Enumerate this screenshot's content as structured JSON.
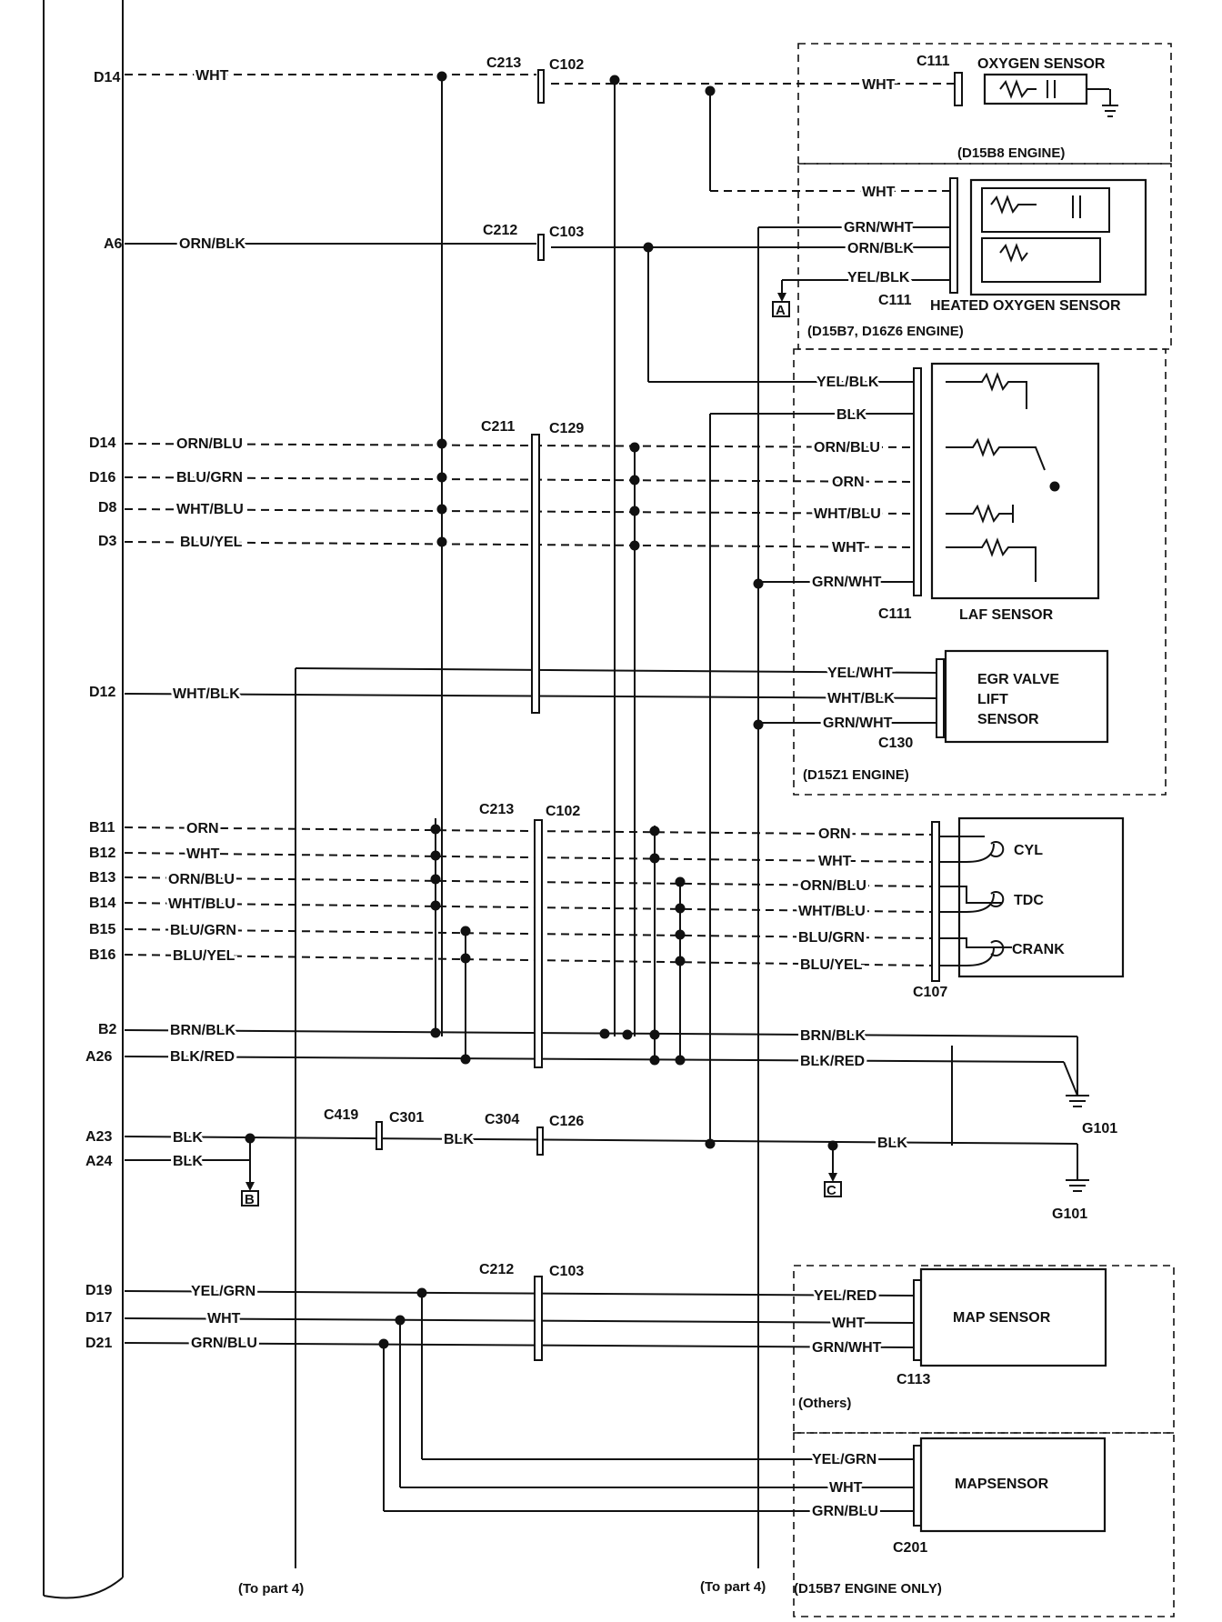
{
  "ecu_pins": {
    "d14_top": "D14",
    "a6": "A6",
    "d14": "D14",
    "d16": "D16",
    "d8": "D8",
    "d3": "D3",
    "d12": "D12",
    "b11": "B11",
    "b12": "B12",
    "b13": "B13",
    "b14": "B14",
    "b15": "B15",
    "b16": "B16",
    "b2": "B2",
    "a26": "A26",
    "a23": "A23",
    "a24": "A24",
    "d19": "D19",
    "d17": "D17",
    "d21": "D21"
  },
  "connectors": {
    "c213_a": "C213",
    "c102_a": "C102",
    "c111_a": "C111",
    "c212_a": "C212",
    "c103_a": "C103",
    "c111_b": "C111",
    "c211": "C211",
    "c129": "C129",
    "c111_c": "C111",
    "c130": "C130",
    "c213_b": "C213",
    "c102_b": "C102",
    "c107": "C107",
    "c419": "C419",
    "c301": "C301",
    "c304": "C304",
    "c126": "C126",
    "c212_b": "C212",
    "c103_b": "C103",
    "c113": "C113",
    "c201": "C201"
  },
  "wires": {
    "left_wht_top": "WHT",
    "left_orn_blk": "ORN/BLK",
    "left_orn_blu": "ORN/BLU",
    "left_blu_grn": "BLU/GRN",
    "left_wht_blu": "WHT/BLU",
    "left_blu_yel": "BLU/YEL",
    "left_wht_blk": "WHT/BLK",
    "left_orn": "ORN",
    "left_wht": "WHT",
    "left_orn_blu2": "ORN/BLU",
    "left_wht_blu2": "WHT/BLU",
    "left_blu_grn2": "BLU/GRN",
    "left_blu_yel2": "BLU/YEL",
    "left_brn_blk": "BRN/BLK",
    "left_blk_red": "BLK/RED",
    "left_blk1": "BLK",
    "left_blk2": "BLK",
    "mid_blk": "BLK",
    "left_yel_grn": "YEL/GRN",
    "left_wht3": "WHT",
    "left_grn_blu": "GRN/BLU",
    "o2_wht": "WHT",
    "ho2_wht": "WHT",
    "ho2_grn_wht": "GRN/WHT",
    "ho2_orn_blk": "ORN/BLK",
    "ho2_yel_blk": "YEL/BLK",
    "laf_yel_blk": "YEL/BLK",
    "laf_blk": "BLK",
    "laf_orn_blu": "ORN/BLU",
    "laf_orn": "ORN",
    "laf_wht_blu": "WHT/BLU",
    "laf_wht": "WHT",
    "laf_grn_wht": "GRN/WHT",
    "egr_yel_wht": "YEL/WHT",
    "egr_wht_blk": "WHT/BLK",
    "egr_grn_wht": "GRN/WHT",
    "cyl_orn": "ORN",
    "cyl_wht": "WHT",
    "cyl_orn_blu": "ORN/BLU",
    "cyl_wht_blu": "WHT/BLU",
    "cyl_blu_grn": "BLU/GRN",
    "cyl_blu_yel": "BLU/YEL",
    "gnd_brn_blk": "BRN/BLK",
    "gnd_blk_red": "BLK/RED",
    "gnd_blk": "BLK",
    "map_yel_red": "YEL/RED",
    "map_wht": "WHT",
    "map_grn_wht": "GRN/WHT",
    "map2_yel_grn": "YEL/GRN",
    "map2_wht": "WHT",
    "map2_grn_blu": "GRN/BLU"
  },
  "components": {
    "oxygen_sensor": "OXYGEN SENSOR",
    "heated_oxygen_sensor": "HEATED OXYGEN SENSOR",
    "laf_sensor": "LAF SENSOR",
    "egr_line1": "EGR VALVE",
    "egr_line2": "LIFT",
    "egr_line3": "SENSOR",
    "cyl": "CYL",
    "tdc": "TDC",
    "crank": "CRANK",
    "map_sensor": "MAP SENSOR",
    "map_sensor2": "MAPSENSOR"
  },
  "engine_notes": {
    "d15b8": "(D15B8 ENGINE)",
    "d15b7_d16z6": "(D15B7, D16Z6 ENGINE)",
    "d15z1": "(D15Z1 ENGINE)",
    "others": "(Others)",
    "d15b7_only": "(D15B7 ENGINE ONLY)"
  },
  "grounds": {
    "g101_a": "G101",
    "g101_b": "G101"
  },
  "refs": {
    "a": "A",
    "b": "B",
    "c": "C",
    "to_part4_left": "(To part 4)",
    "to_part4_right": "(To part 4)"
  }
}
